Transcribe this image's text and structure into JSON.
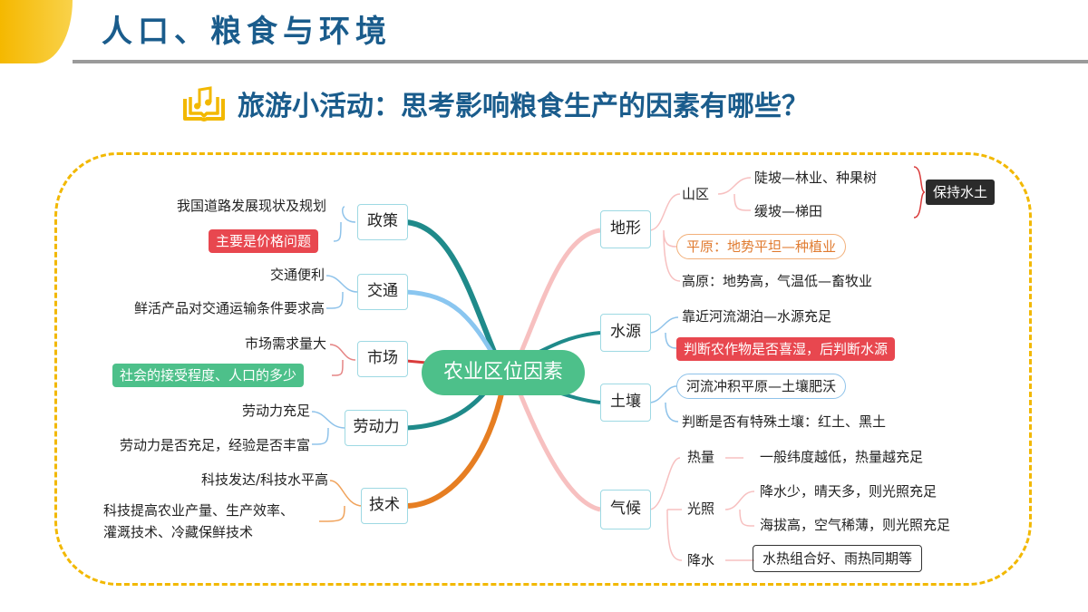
{
  "header": {
    "title": "人口、粮食与环境"
  },
  "activity": {
    "icon": "open-book-music-icon",
    "title": "旅游小活动：思考影响粮食生产的因素有哪些？"
  },
  "colors": {
    "accent": "#f5b800",
    "title_blue": "#1a5c8c",
    "center_green": "#4dc08a",
    "highlight_red": "#e8474f",
    "dashed_frame": "#f2b800"
  },
  "mindmap": {
    "center": "农业区位因素",
    "left": {
      "policy": {
        "label": "政策",
        "items": [
          "我国道路发展现状及规划",
          "主要是价格问题"
        ]
      },
      "transport": {
        "label": "交通",
        "items": [
          "交通便利",
          "鲜活产品对交通运输条件要求高"
        ]
      },
      "market": {
        "label": "市场",
        "items": [
          "市场需求量大",
          "社会的接受程度、人口的多少"
        ]
      },
      "labor": {
        "label": "劳动力",
        "items": [
          "劳动力充足",
          "劳动力是否充足，经验是否丰富"
        ]
      },
      "tech": {
        "label": "技术",
        "items": [
          "科技发达/科技水平高",
          "科技提高农业产量、生产效率、",
          "灌溉技术、冷藏保鲜技术"
        ]
      }
    },
    "right": {
      "terrain": {
        "label": "地形",
        "mountain": {
          "label": "山区",
          "items": [
            "陡坡—林业、种果树",
            "缓坡—梯田"
          ],
          "note": "保持水土"
        },
        "plain": "平原：地势平坦—种植业",
        "plateau": "高原：地势高，气温低—畜牧业"
      },
      "water": {
        "label": "水源",
        "items": [
          "靠近河流湖泊—水源充足",
          "判断农作物是否喜湿，后判断水源"
        ]
      },
      "soil": {
        "label": "土壤",
        "items": [
          "河流冲积平原—土壤肥沃",
          "判断是否有特殊土壤：红土、黑土"
        ]
      },
      "climate": {
        "label": "气候",
        "heat": {
          "label": "热量",
          "item": "一般纬度越低，热量越充足"
        },
        "light": {
          "label": "光照",
          "items": [
            "降水少，晴天多，则光照充足",
            "海拔高，空气稀薄，则光照充足"
          ]
        },
        "precip": {
          "label": "降水",
          "item": "水热组合好、雨热同期等"
        }
      }
    }
  }
}
